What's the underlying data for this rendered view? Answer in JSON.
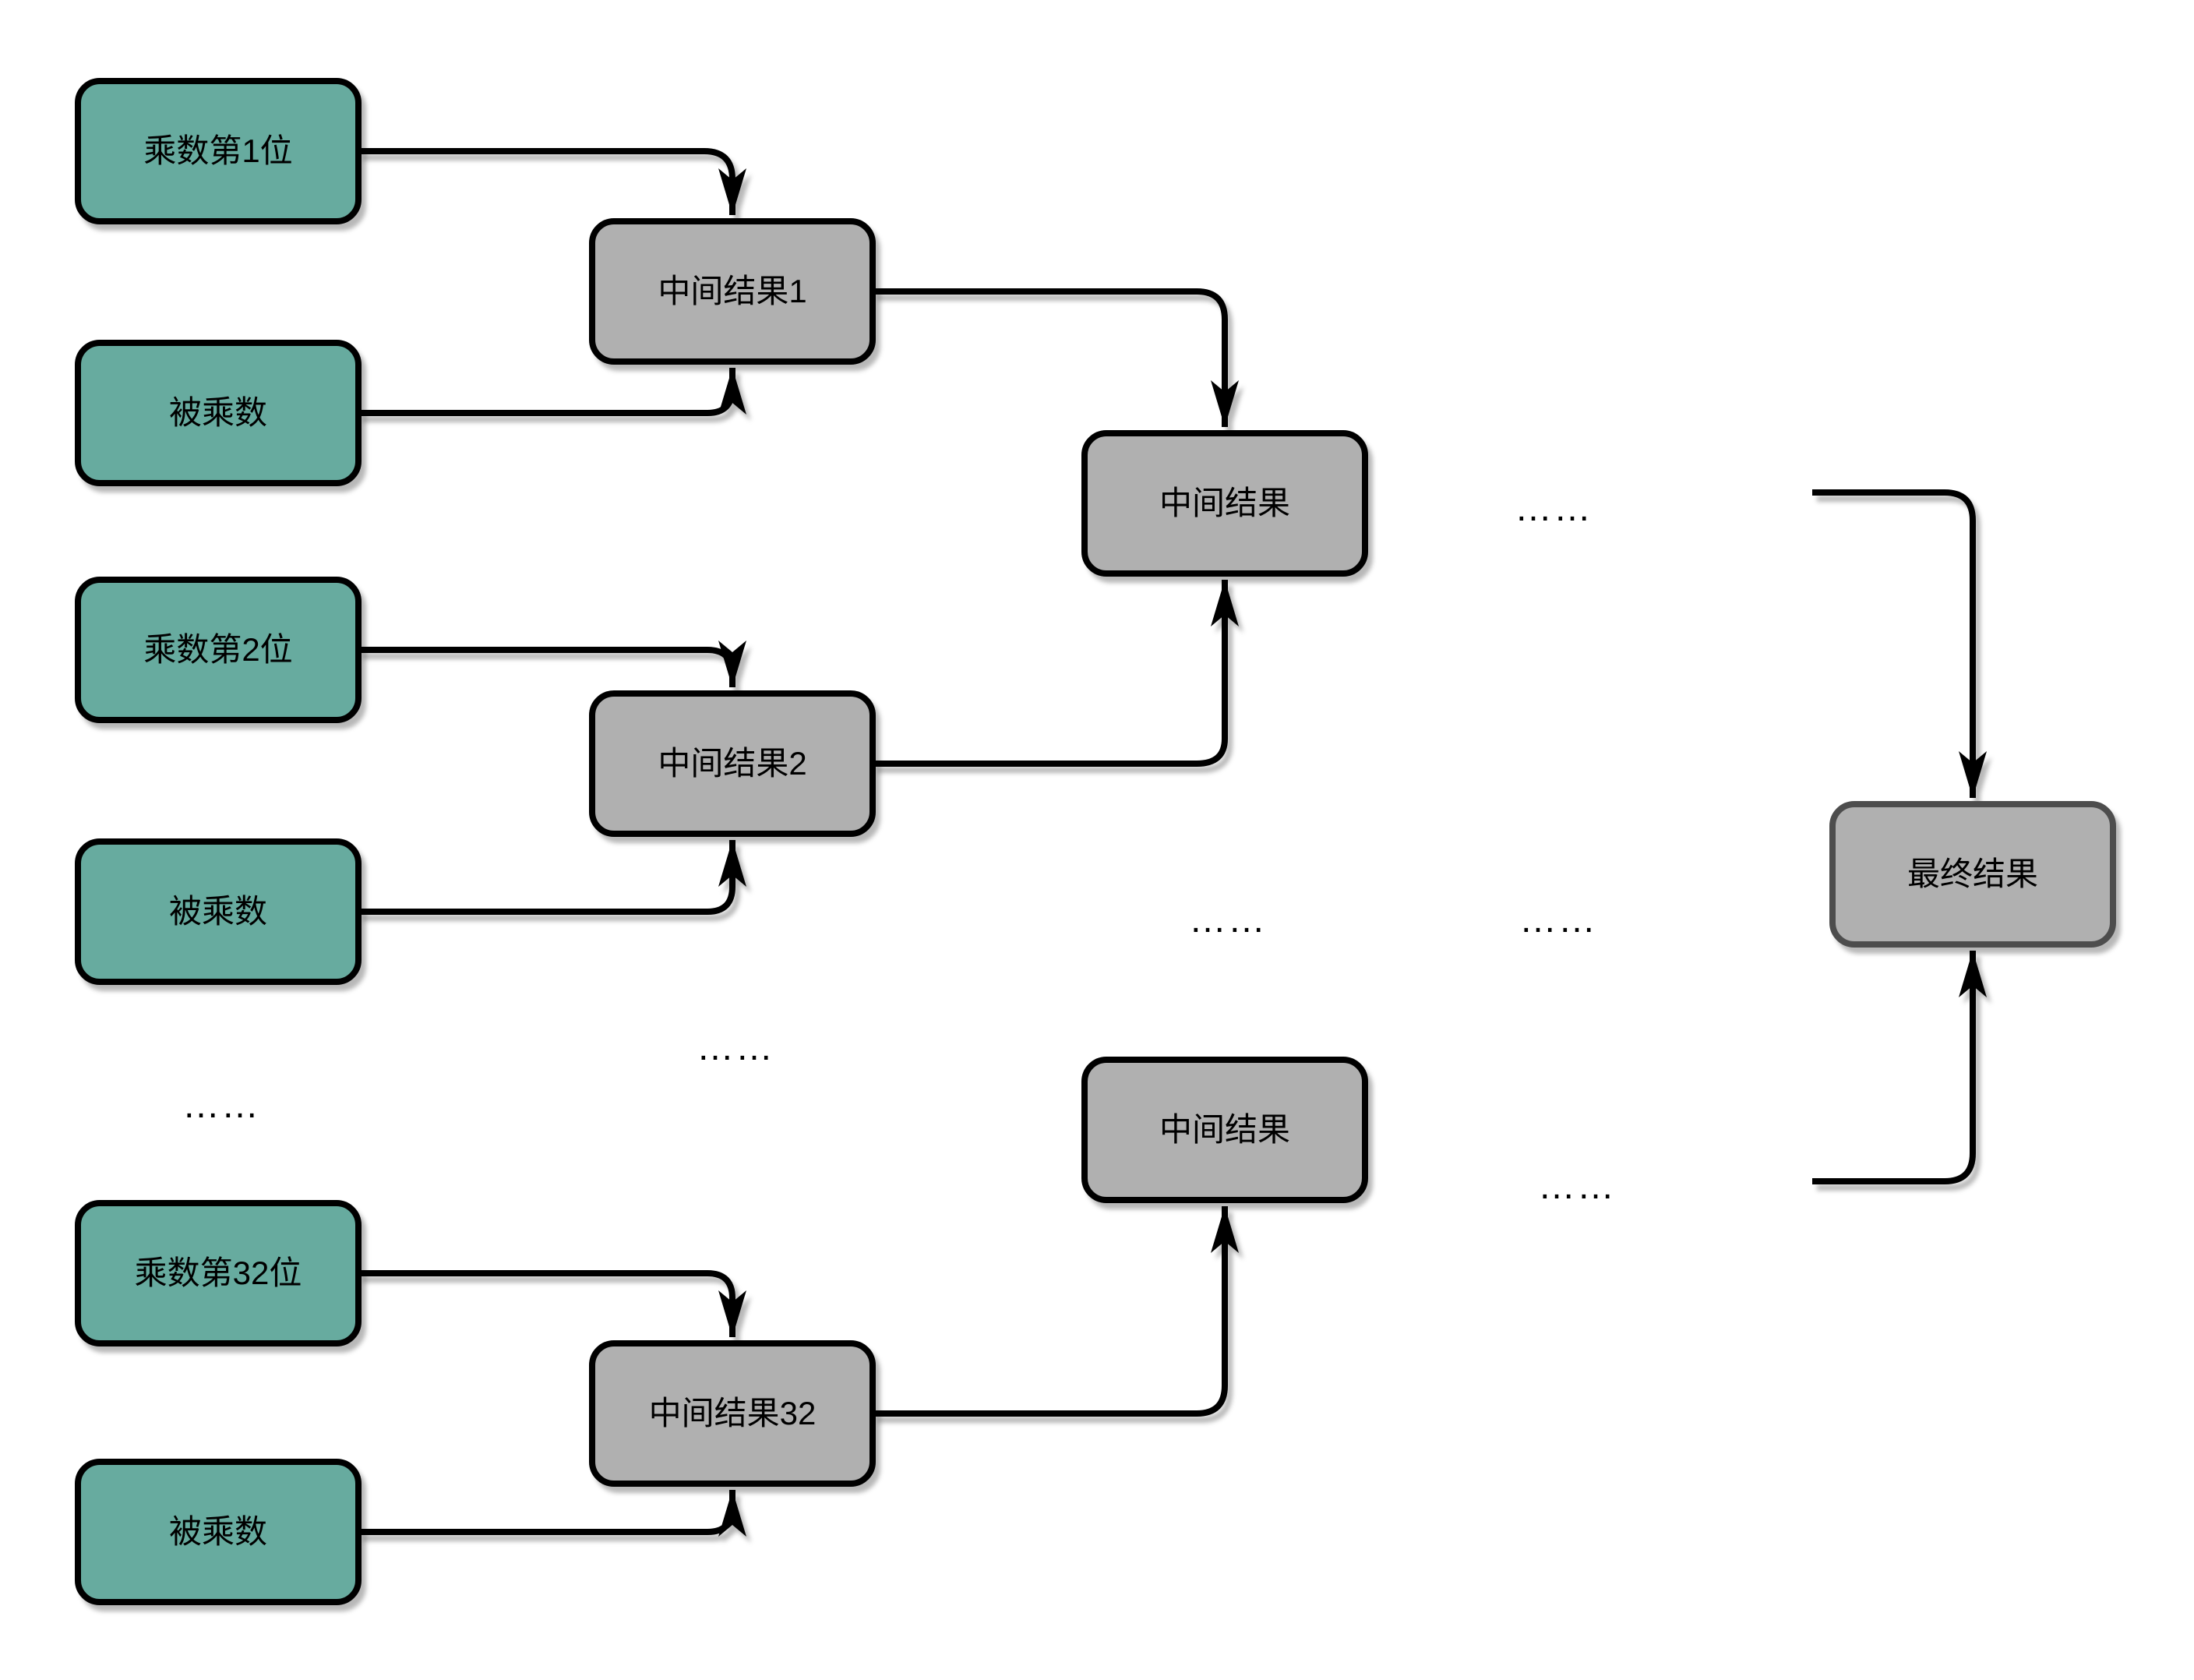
{
  "diagram": {
    "description": "32-bit multiplication dataflow diagram",
    "colors": {
      "input_fill": "#67AB9F",
      "result_fill": "#B0B0B0",
      "border": "#000000",
      "final_border": "#4D4D4D"
    },
    "nodes": {
      "multiplier_bit1": "乘数第1位",
      "multiplicand1": "被乘数",
      "multiplier_bit2": "乘数第2位",
      "multiplicand2": "被乘数",
      "multiplier_bit32": "乘数第32位",
      "multiplicand32": "被乘数",
      "intermediate1": "中间结果1",
      "intermediate2": "中间结果2",
      "intermediate32": "中间结果32",
      "intermediate_upper": "中间结果",
      "intermediate_lower": "中间结果",
      "final_result": "最终结果"
    },
    "ellipses": [
      "……",
      "……",
      "……",
      "……",
      "……",
      "……"
    ]
  }
}
